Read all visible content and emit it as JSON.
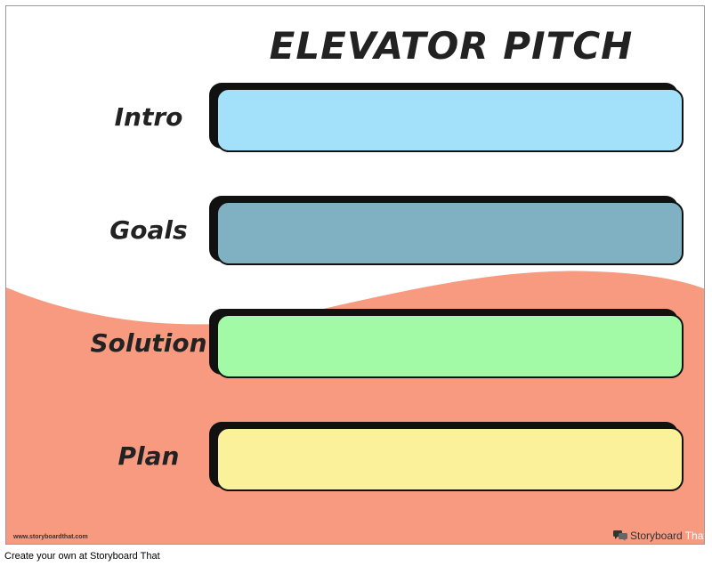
{
  "title": "ELEVATOR PITCH",
  "colors": {
    "background": "#ffffff",
    "wave": "#f89a80",
    "outline": "#111111"
  },
  "rows": [
    {
      "label": "Intro",
      "fill": "#a3e1fb"
    },
    {
      "label": "Goals",
      "fill": "#80b1c3"
    },
    {
      "label": "Solution",
      "fill": "#a2faa7"
    },
    {
      "label": "Plan",
      "fill": "#fbf19b"
    }
  ],
  "footer": {
    "url": "www.storyboardthat.com",
    "brand_left": "Storyboard",
    "brand_right": "That",
    "brand_icon": "speech-bubbles-icon"
  },
  "caption": "Create your own at Storyboard That"
}
